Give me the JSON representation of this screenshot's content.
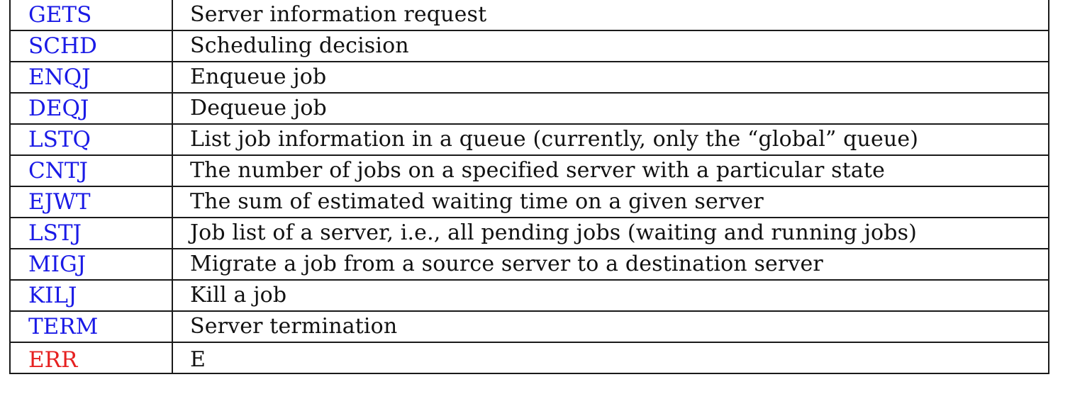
{
  "colors": {
    "command": "#1a1ae6",
    "error_command": "#e62020",
    "text": "#111111",
    "border": "#1a1a1a"
  },
  "rows": [
    {
      "command": "GETS",
      "description": "Server information request"
    },
    {
      "command": "SCHD",
      "description": "Scheduling decision"
    },
    {
      "command": "ENQJ",
      "description": "Enqueue job"
    },
    {
      "command": "DEQJ",
      "description": "Dequeue job"
    },
    {
      "command": "LSTQ",
      "description": "List job information in a queue (currently, only the “global” queue)"
    },
    {
      "command": "CNTJ",
      "description": "The number of jobs on a specified server with a particular state"
    },
    {
      "command": "EJWT",
      "description": "The sum of estimated waiting time on a given server"
    },
    {
      "command": "LSTJ",
      "description": "Job list of a server, i.e., all pending jobs (waiting and running jobs)"
    },
    {
      "command": "MIGJ",
      "description": "Migrate a job from a source server to a destination server"
    },
    {
      "command": "KILJ",
      "description": "Kill a job"
    },
    {
      "command": "TERM",
      "description": "Server termination"
    }
  ],
  "clipped_row": {
    "command": "ERR",
    "description": "E"
  }
}
